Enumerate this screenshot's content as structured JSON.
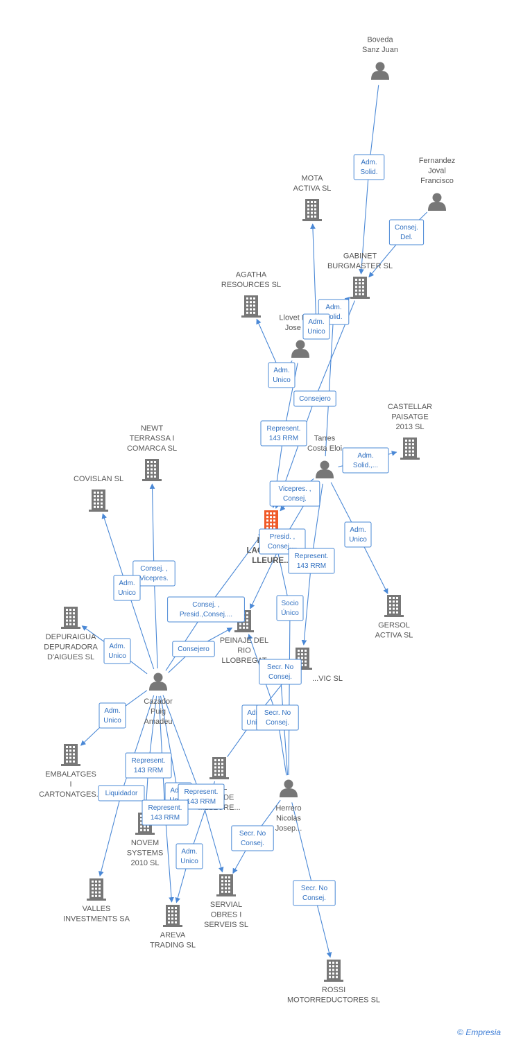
{
  "colors": {
    "edge": "#4a88d6",
    "person": "#777777",
    "company": "#777777",
    "main_company": "#f05a28"
  },
  "nodes": [
    {
      "id": "boveda",
      "type": "person",
      "label": [
        "Boveda",
        "Sanz Juan"
      ]
    },
    {
      "id": "fernandez",
      "type": "person",
      "label": [
        "Fernandez",
        "Joval",
        "Francisco"
      ]
    },
    {
      "id": "mota",
      "type": "company",
      "label": [
        "MOTA",
        "ACTIVA  SL"
      ]
    },
    {
      "id": "gabinet",
      "type": "company",
      "label": [
        "GABINET",
        "BURGMASTER SL"
      ]
    },
    {
      "id": "agatha",
      "type": "company",
      "label": [
        "AGATHA",
        "RESOURCES SL"
      ]
    },
    {
      "id": "llovet",
      "type": "person",
      "label": [
        "Llovet Bayer",
        "Jose M..."
      ]
    },
    {
      "id": "castellar",
      "type": "company",
      "label": [
        "CASTELLAR",
        "PAISATGE",
        "2013  SL"
      ]
    },
    {
      "id": "tarres",
      "type": "person",
      "label": [
        "Tarres",
        "Costa Eloi"
      ]
    },
    {
      "id": "newt",
      "type": "company",
      "label": [
        "NEWT",
        "TERRASSA I",
        "COMARCA  SL"
      ]
    },
    {
      "id": "covislan",
      "type": "company",
      "label": [
        "COVISLAN SL"
      ]
    },
    {
      "id": "main",
      "type": "main",
      "label": [
        "INSTAL",
        "LACIONS DE",
        "LLEURE..."
      ]
    },
    {
      "id": "gersol",
      "type": "company",
      "label": [
        "GERSOL",
        "ACTIVA  SL"
      ]
    },
    {
      "id": "depuraigua",
      "type": "company",
      "label": [
        "DEPURAIGUA",
        "DEPURADORA",
        "D'AIGUES SL"
      ]
    },
    {
      "id": "peinaje",
      "type": "company",
      "label": [
        "PEINAJE DEL",
        "RIO",
        "LLOBREGAT"
      ]
    },
    {
      "id": "vic",
      "type": "company",
      "label": [
        "...VIC SL"
      ]
    },
    {
      "id": "cazador",
      "type": "person",
      "label": [
        "Cazador",
        "Puig",
        "Amadeu"
      ]
    },
    {
      "id": "embalatges",
      "type": "company",
      "label": [
        "EMBALATGES",
        "I",
        "CARTONATGES..."
      ]
    },
    {
      "id": "instal2",
      "type": "company",
      "label": [
        "...AL",
        "...NS DE",
        "...LLEURE..."
      ]
    },
    {
      "id": "herrero",
      "type": "person",
      "label": [
        "Herrero",
        "Nicolas",
        "Josep..."
      ]
    },
    {
      "id": "novem",
      "type": "company",
      "label": [
        "NOVEM",
        "SYSTEMS",
        "2010 SL"
      ]
    },
    {
      "id": "valles",
      "type": "company",
      "label": [
        "VALLES",
        "INVESTMENTS SA"
      ]
    },
    {
      "id": "servial",
      "type": "company",
      "label": [
        "SERVIAL",
        "OBRES I",
        "SERVEIS SL"
      ]
    },
    {
      "id": "areva",
      "type": "company",
      "label": [
        "AREVA",
        "TRADING SL"
      ]
    },
    {
      "id": "rossi",
      "type": "company",
      "label": [
        "ROSSI",
        "MOTORREDUCTORES SL"
      ]
    }
  ],
  "edges": [
    {
      "id": "e1",
      "from": "boveda",
      "to": "gabinet",
      "label": [
        "Adm.",
        "Solid."
      ]
    },
    {
      "id": "e2",
      "from": "fernandez",
      "to": "gabinet",
      "label": [
        "Consej.",
        "Del."
      ]
    },
    {
      "id": "e3",
      "from": "tarres",
      "to": "gabinet",
      "label": [
        "Adm.",
        "Solid."
      ]
    },
    {
      "id": "e4",
      "from": "llovet",
      "to": "mota",
      "label": [
        "Adm.",
        "Unico"
      ]
    },
    {
      "id": "e5",
      "from": "llovet",
      "to": "agatha",
      "label": [
        "Adm.",
        "Unico"
      ]
    },
    {
      "id": "e6",
      "from": "gabinet",
      "to": "main",
      "label": [
        "Consejero"
      ]
    },
    {
      "id": "e7",
      "from": "llovet",
      "to": "main",
      "label": [
        "Represent.",
        "143 RRM"
      ]
    },
    {
      "id": "e8",
      "from": "tarres",
      "to": "castellar",
      "label": [
        "Adm.",
        "Solid.,..."
      ]
    },
    {
      "id": "e9",
      "from": "tarres",
      "to": "main",
      "label": [
        "Vicepres. ,",
        "Consej."
      ]
    },
    {
      "id": "e10",
      "from": "tarres",
      "to": "peinaje",
      "label": [
        "Presid. ,",
        "Consej...."
      ]
    },
    {
      "id": "e11",
      "from": "tarres",
      "to": "vic",
      "label": [
        "Represent.",
        "143 RRM"
      ]
    },
    {
      "id": "e12",
      "from": "tarres",
      "to": "gersol",
      "label": [
        "Adm.",
        "Unico"
      ]
    },
    {
      "id": "e13",
      "from": "cazador",
      "to": "newt",
      "label": [
        "Consej. ,",
        "Vicepres."
      ]
    },
    {
      "id": "e14",
      "from": "cazador",
      "to": "covislan",
      "label": [
        "Adm.",
        "Unico"
      ]
    },
    {
      "id": "e15",
      "from": "cazador",
      "to": "main",
      "label": [
        "Consej. ,",
        "Presid.,Consej...."
      ]
    },
    {
      "id": "e16",
      "from": "cazador",
      "to": "depuraigua",
      "label": [
        "Adm.",
        "Unico"
      ]
    },
    {
      "id": "e17",
      "from": "cazador",
      "to": "peinaje",
      "label": [
        "Consejero"
      ]
    },
    {
      "id": "e18",
      "from": "cazador",
      "to": "embalatges",
      "label": [
        "Adm.",
        "Unico"
      ]
    },
    {
      "id": "e19",
      "from": "cazador",
      "to": "novem",
      "label": [
        "Represent.",
        "143 RRM"
      ]
    },
    {
      "id": "e20",
      "from": "cazador",
      "to": "valles",
      "label": [
        "Liquidador"
      ]
    },
    {
      "id": "e21",
      "from": "cazador",
      "to": "novem",
      "label": [
        "Adm.",
        "Unico"
      ]
    },
    {
      "id": "e22",
      "from": "cazador",
      "to": "servial",
      "label": [
        "Represent.",
        "143 RRM"
      ]
    },
    {
      "id": "e23",
      "from": "cazador",
      "to": "areva",
      "label": [
        "Represent.",
        "143 RRM"
      ]
    },
    {
      "id": "e24",
      "from": "instal2",
      "to": "areva",
      "label": [
        "Adm.",
        "Unico"
      ]
    },
    {
      "id": "e25",
      "from": "herrero",
      "to": "main",
      "label": [
        "Socio",
        "Único"
      ]
    },
    {
      "id": "e26",
      "from": "herrero",
      "to": "vic",
      "label": [
        "Secr.  No",
        "Consej."
      ]
    },
    {
      "id": "e27",
      "from": "instal2",
      "to": "vic",
      "label": [
        "Adm.",
        "Unico"
      ]
    },
    {
      "id": "e28",
      "from": "herrero",
      "to": "peinaje",
      "label": [
        "Secr.  No",
        "Consej."
      ]
    },
    {
      "id": "e29",
      "from": "herrero",
      "to": "servial",
      "label": [
        "Secr.  No",
        "Consej."
      ]
    },
    {
      "id": "e30",
      "from": "herrero",
      "to": "rossi",
      "label": [
        "Secr.  No",
        "Consej."
      ]
    }
  ],
  "footer": {
    "copyright": "©",
    "brand": "Empresia"
  }
}
